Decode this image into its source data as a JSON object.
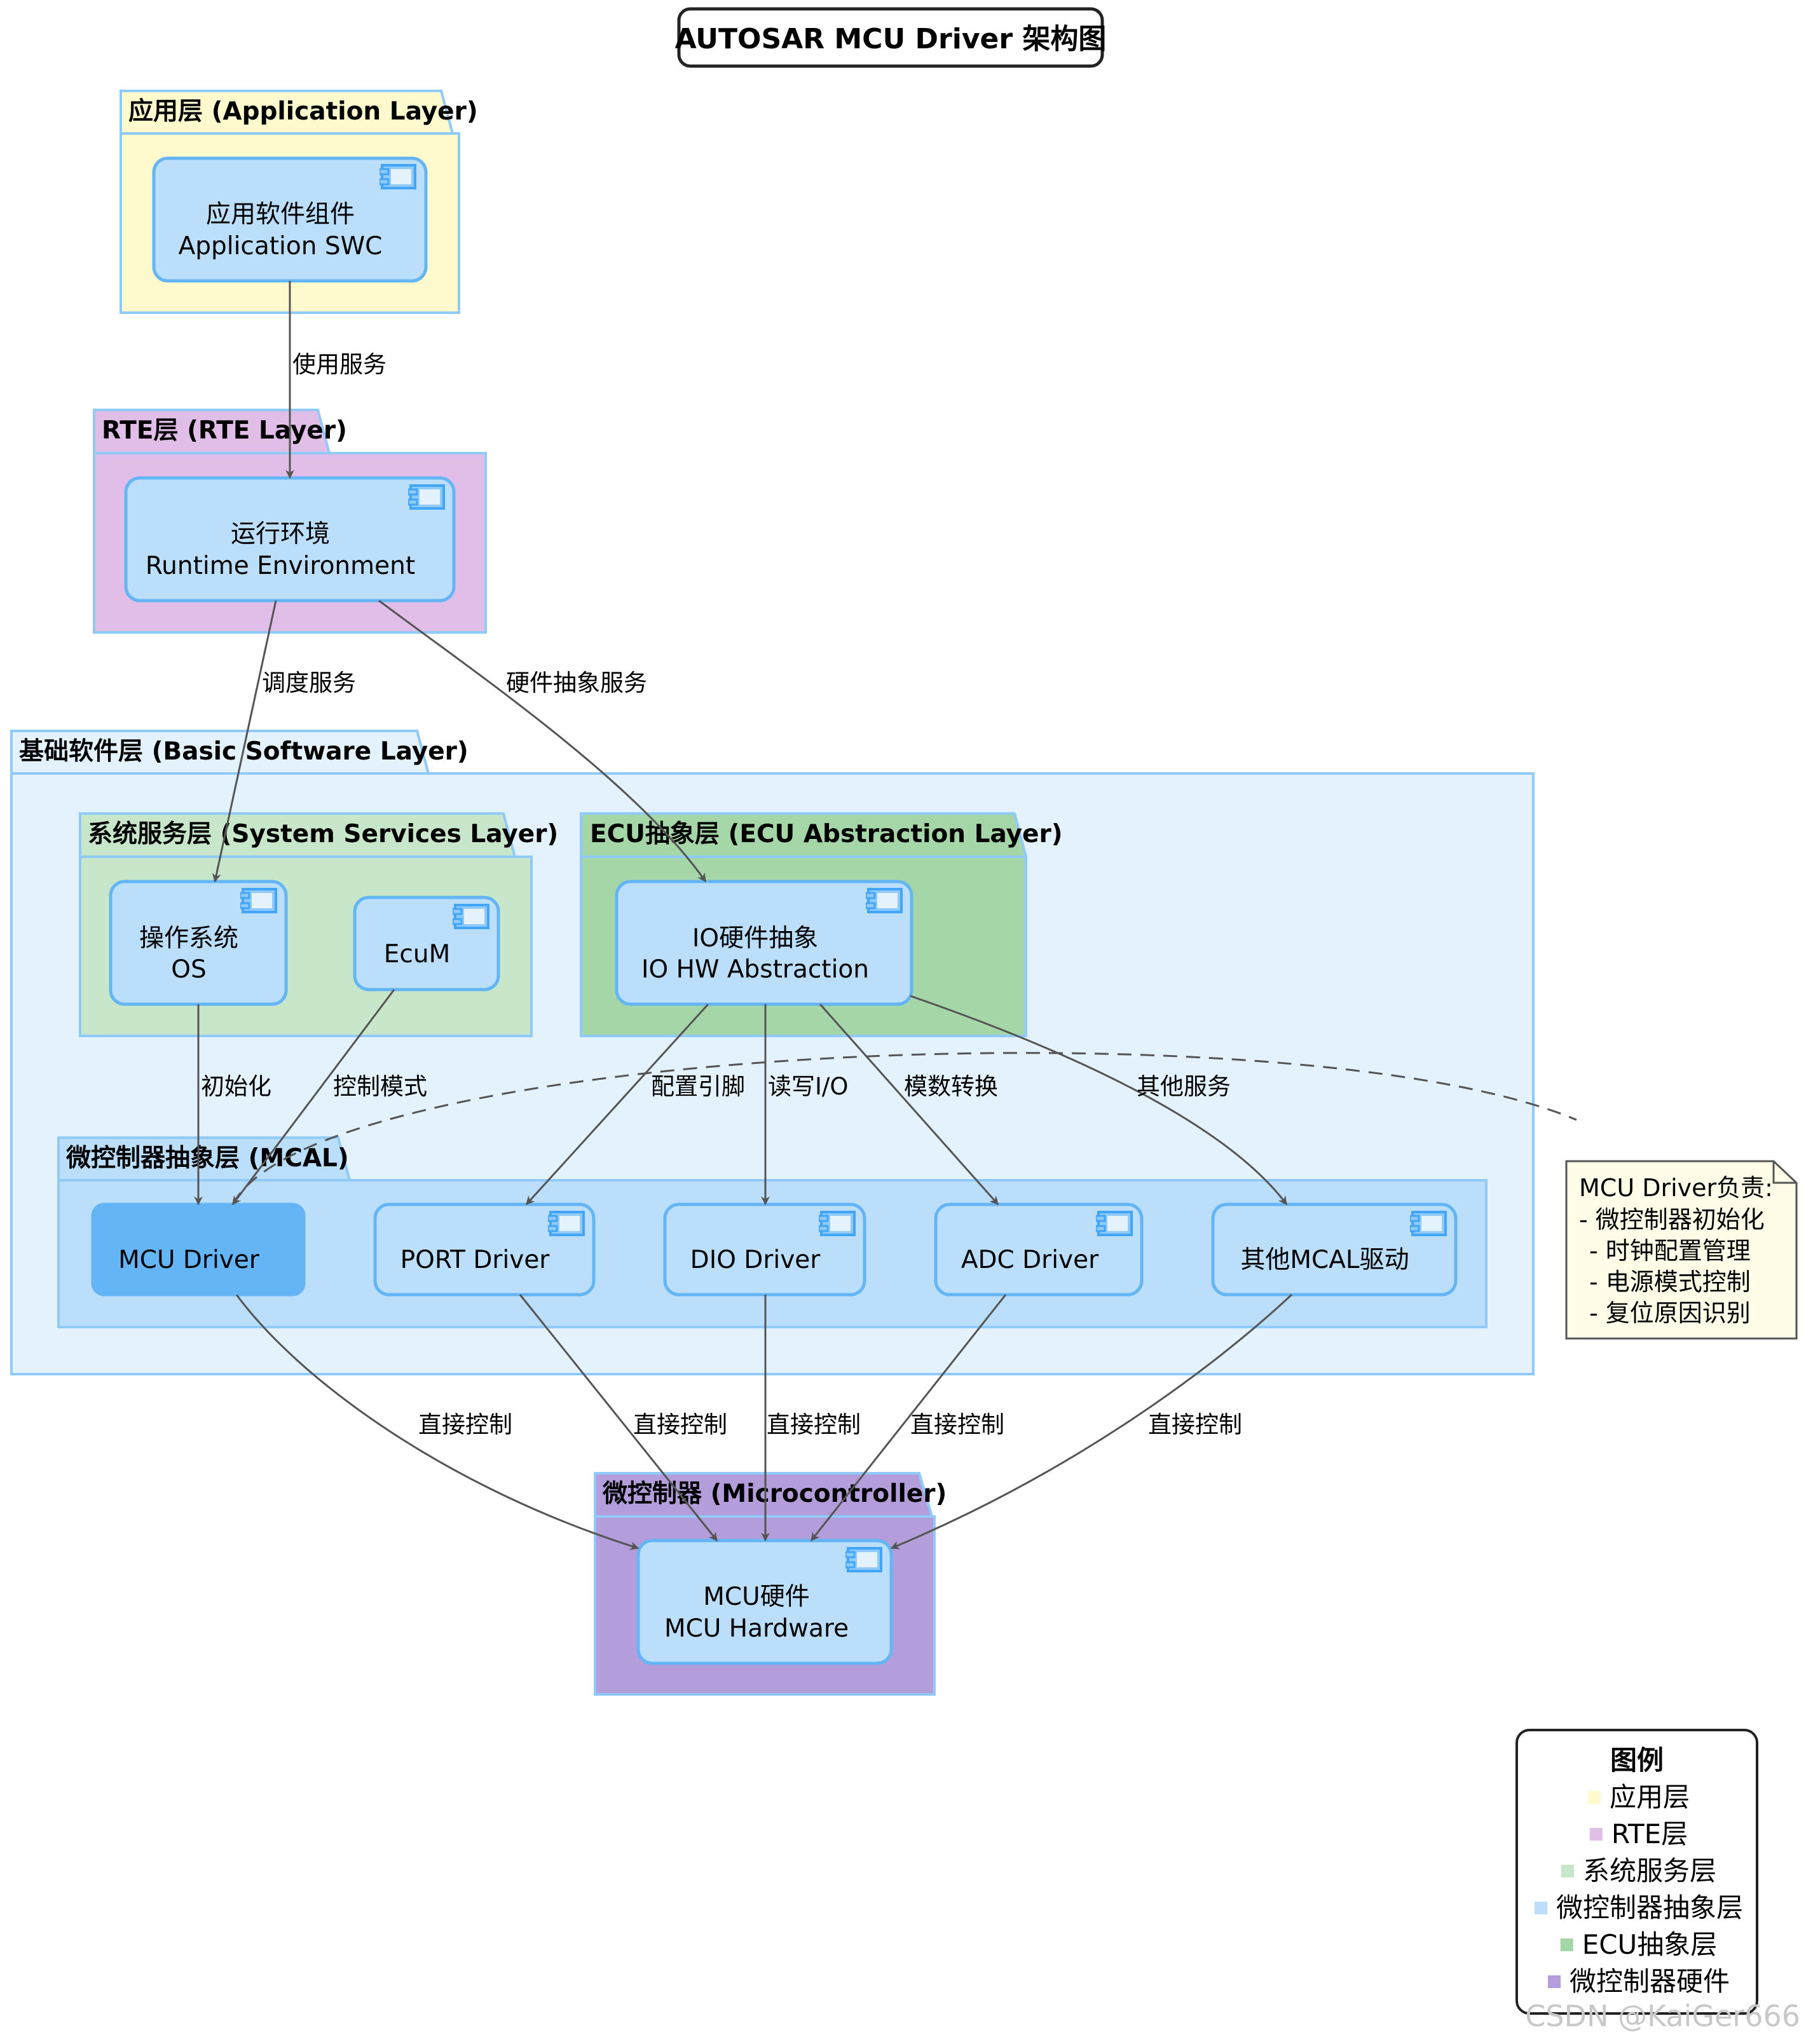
{
  "title": "AUTOSAR MCU Driver 架构图",
  "packages": {
    "app": {
      "label": "应用层 (Application Layer)",
      "color": "#fffacd"
    },
    "rte": {
      "label": "RTE层 (RTE Layer)",
      "color": "#e1bee7"
    },
    "bsw": {
      "label": "基础软件层 (Basic Software Layer)",
      "color": "#e3f2fd"
    },
    "sys": {
      "label": "系统服务层 (System Services Layer)",
      "color": "#c8e6c9"
    },
    "ecu": {
      "label": "ECU抽象层 (ECU Abstraction Layer)",
      "color": "#a5d6a7"
    },
    "mcal": {
      "label": "微控制器抽象层 (MCAL)",
      "color": "#bbdefb"
    },
    "micro": {
      "label": "微控制器 (Microcontroller)",
      "color": "#b39ddb"
    }
  },
  "components": {
    "swc": {
      "line1": "应用软件组件",
      "line2": "Application SWC"
    },
    "rte": {
      "line1": "运行环境",
      "line2": "Runtime Environment"
    },
    "os": {
      "line1": "操作系统",
      "line2": "OS"
    },
    "ecum": {
      "line1": "EcuM"
    },
    "iohw": {
      "line1": "IO硬件抽象",
      "line2": "IO HW Abstraction"
    },
    "mcu": {
      "line1": "MCU Driver"
    },
    "port": {
      "line1": "PORT Driver"
    },
    "dio": {
      "line1": "DIO Driver"
    },
    "adc": {
      "line1": "ADC Driver"
    },
    "other": {
      "line1": "其他MCAL驱动"
    },
    "hw": {
      "line1": "MCU硬件",
      "line2": "MCU Hardware"
    }
  },
  "edges": {
    "use_service": "使用服务",
    "schedule": "调度服务",
    "hw_abstract": "硬件抽象服务",
    "init": "初始化",
    "control_mode": "控制模式",
    "config_pin": "配置引脚",
    "read_write": "读写I/O",
    "adc_conv": "模数转换",
    "other_service": "其他服务",
    "direct1": "直接控制",
    "direct2": "直接控制",
    "direct3": "直接控制",
    "direct4": "直接控制",
    "direct5": "直接控制"
  },
  "note": {
    "line1": "MCU Driver负责:",
    "line2": "- 微控制器初始化",
    "line3": "- 时钟配置管理",
    "line4": "- 电源模式控制",
    "line5": "- 复位原因识别"
  },
  "legend": {
    "title": "图例",
    "items": [
      {
        "label": "应用层",
        "color": "#fffacd"
      },
      {
        "label": "RTE层",
        "color": "#e1bee7"
      },
      {
        "label": "系统服务层",
        "color": "#c8e6c9"
      },
      {
        "label": "微控制器抽象层",
        "color": "#bbdefb"
      },
      {
        "label": "ECU抽象层",
        "color": "#a5d6a7"
      },
      {
        "label": "微控制器硬件",
        "color": "#b39ddb"
      }
    ]
  },
  "watermark": "CSDN @KaiGer666"
}
